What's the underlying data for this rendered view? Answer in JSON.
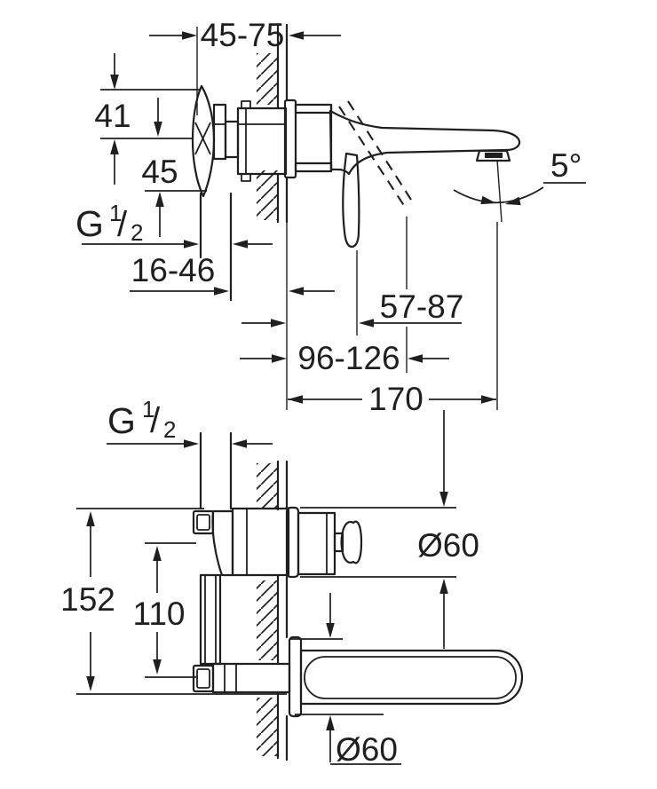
{
  "page": {
    "bg": "#ffffff",
    "ink": "#1f1f1f",
    "description": "Technical dimension drawing of a wall-mounted two-hole basin mixer tap, side view above and front view below"
  },
  "side_view": {
    "dims": {
      "mounting_depth": "45-75",
      "upper_offset": "41",
      "lower_offset": "45",
      "outlet_setback": "16-46",
      "spout_angle": "5°",
      "lever_closed_projection": "57-87",
      "lever_open_projection": "96-126",
      "spout_projection": "170"
    },
    "thread_label": {
      "g": "G",
      "sup": "1",
      "slash": "/",
      "sub": "2"
    }
  },
  "front_view": {
    "dims": {
      "overall_height": "152",
      "axis_spacing": "110",
      "escutcheon_diameter_handle": "Ø60",
      "escutcheon_diameter_spout": "Ø60"
    },
    "thread_label": {
      "g": "G",
      "sup": "1",
      "slash": "/",
      "sub": "2"
    }
  }
}
